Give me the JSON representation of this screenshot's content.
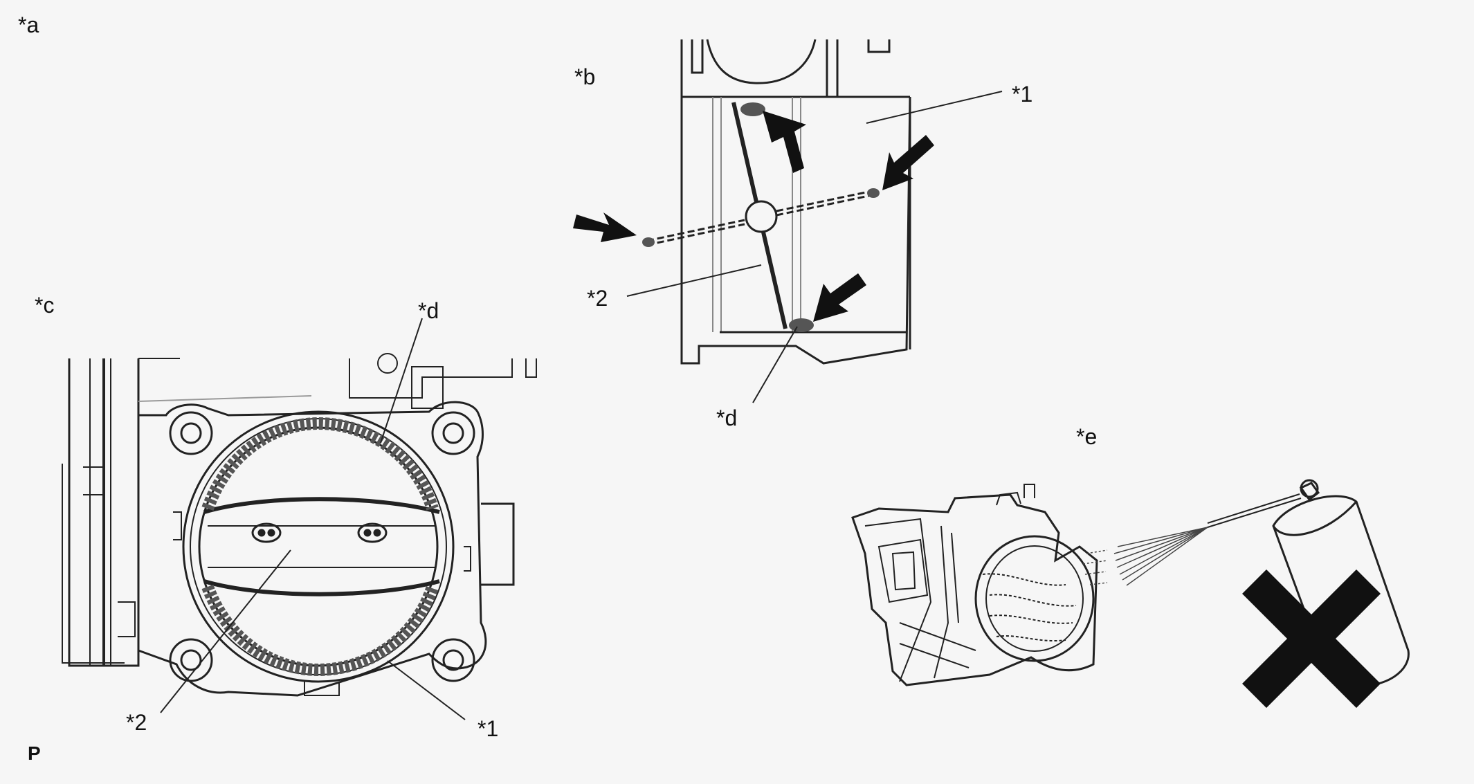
{
  "panels": {
    "a": {
      "label": "*a"
    },
    "b": {
      "label": "*b",
      "callouts": {
        "part1": "*1",
        "part2": "*2",
        "deposit": "*d"
      }
    },
    "c": {
      "label": "*c",
      "callouts": {
        "part1": "*1",
        "part2": "*2",
        "deposit": "*d"
      }
    },
    "e": {
      "label": "*e"
    }
  },
  "footer": {
    "page_code": "P"
  },
  "colors": {
    "line": "#222222",
    "fill": "#111111",
    "deposit": "#555555",
    "background": "#f6f6f6"
  },
  "icons": [
    "arrow-icon",
    "prohibited-x-icon",
    "spray-can-icon"
  ]
}
